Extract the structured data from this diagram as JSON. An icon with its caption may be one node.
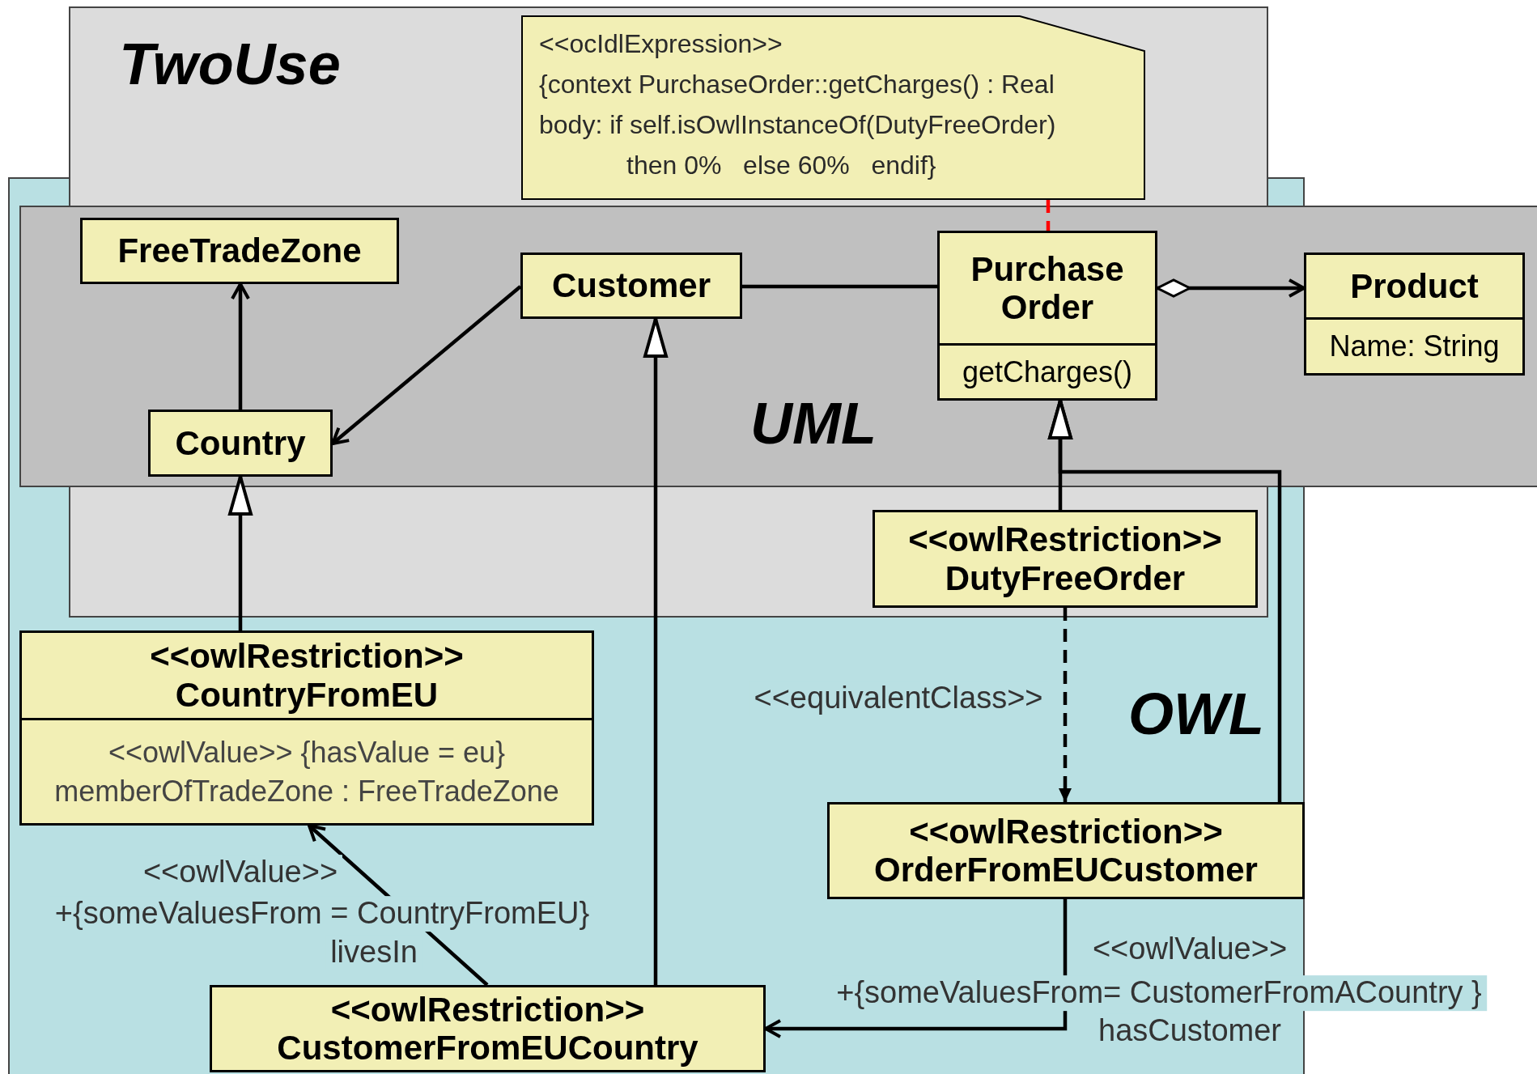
{
  "diagram": {
    "nodes": [
      {
        "text": [
          "<<ocIdlExpression>>",
          "{context PurchaseOrder::getCharges() : Real",
          "body: if self.isOwlInstanceOf(DutyFreeOrder)",
          "then 0%   else 60%   endif}"
        ]
      },
      {
        "text": [
          "FreeTradeZone"
        ]
      },
      {
        "text": [
          "Customer"
        ]
      },
      {
        "text": [
          "Purchase Order",
          "getCharges()"
        ]
      },
      {
        "text": [
          "Product",
          "Name: String"
        ]
      },
      {
        "text": [
          "Country"
        ]
      },
      {
        "text": [
          "<<owlRestriction>>",
          "DutyFreeOrder"
        ]
      },
      {
        "text": [
          "<<owlRestriction>>",
          "CountryFromEU",
          "<<owlValue>> {hasValue = eu}",
          "memberOfTradeZone : FreeTradeZone"
        ]
      },
      {
        "text": [
          "<<owlRestriction>>",
          "OrderFromEUCustomer"
        ]
      },
      {
        "text": [
          "<<owlRestriction>>",
          "CustomerFromEUCountry"
        ]
      }
    ],
    "edges": [
      {
        "from": 5,
        "to": 1,
        "arrow": "to"
      },
      {
        "from": 2,
        "to": 5,
        "arrow": "to"
      },
      {
        "from": 2,
        "to": 3,
        "arrow": "none"
      },
      {
        "from": 3,
        "to": 4,
        "arrow": "to"
      },
      {
        "from": 0,
        "to": 3,
        "arrow": "none",
        "style": "dashed",
        "color": "#ff0000"
      },
      {
        "from": 7,
        "to": 5,
        "arrow": "to"
      },
      {
        "from": 9,
        "to": 2,
        "arrow": "to"
      },
      {
        "from": 6,
        "to": 3,
        "arrow": "to"
      },
      {
        "from": 8,
        "to": 3,
        "arrow": "to"
      },
      {
        "from": 6,
        "to": 8,
        "arrow": "to",
        "style": "dashed",
        "label": "<<equivalentClass>>"
      },
      {
        "from": 9,
        "to": 7,
        "arrow": "to",
        "label": "livesIn"
      },
      {
        "from": 8,
        "to": 9,
        "arrow": "to",
        "label": "hasCustomer"
      }
    ],
    "labels": [
      "TwoUse",
      "UML",
      "OWL",
      "<<owlValue>>",
      "+{someValuesFrom = CountryFromEU}",
      "<<owlValue>>",
      "+{someValuesFrom= CustomerFromACountry }"
    ]
  }
}
